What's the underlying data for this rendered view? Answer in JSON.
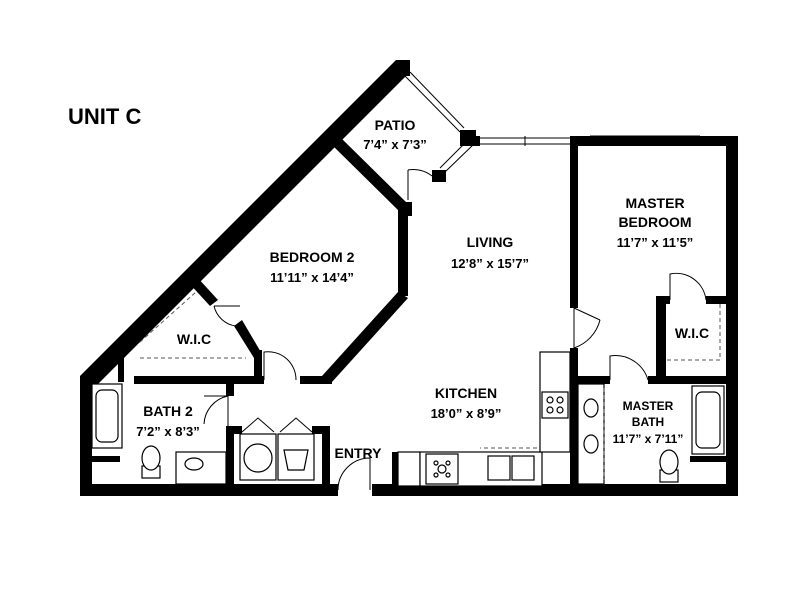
{
  "title": "UNIT C",
  "rooms": {
    "patio": {
      "name": "PATIO",
      "dims": "7’4” x 7’3”"
    },
    "bedroom2": {
      "name": "BEDROOM 2",
      "dims": "11’11” x 14’4”"
    },
    "living": {
      "name": "LIVING",
      "dims": "12’8” x 15’7”"
    },
    "master_bedroom": {
      "name_line1": "MASTER",
      "name_line2": "BEDROOM",
      "dims": "11’7” x 11’5”"
    },
    "wic_left": {
      "name": "W.I.C"
    },
    "wic_right": {
      "name": "W.I.C"
    },
    "bath2": {
      "name": "BATH 2",
      "dims": "7’2” x 8’3”"
    },
    "kitchen": {
      "name": "KITCHEN",
      "dims": "18’0” x 8’9”"
    },
    "master_bath": {
      "name_line1": "MASTER",
      "name_line2": "BATH",
      "dims": "11’7” x 7’11”"
    },
    "entry": {
      "name": "ENTRY"
    }
  }
}
